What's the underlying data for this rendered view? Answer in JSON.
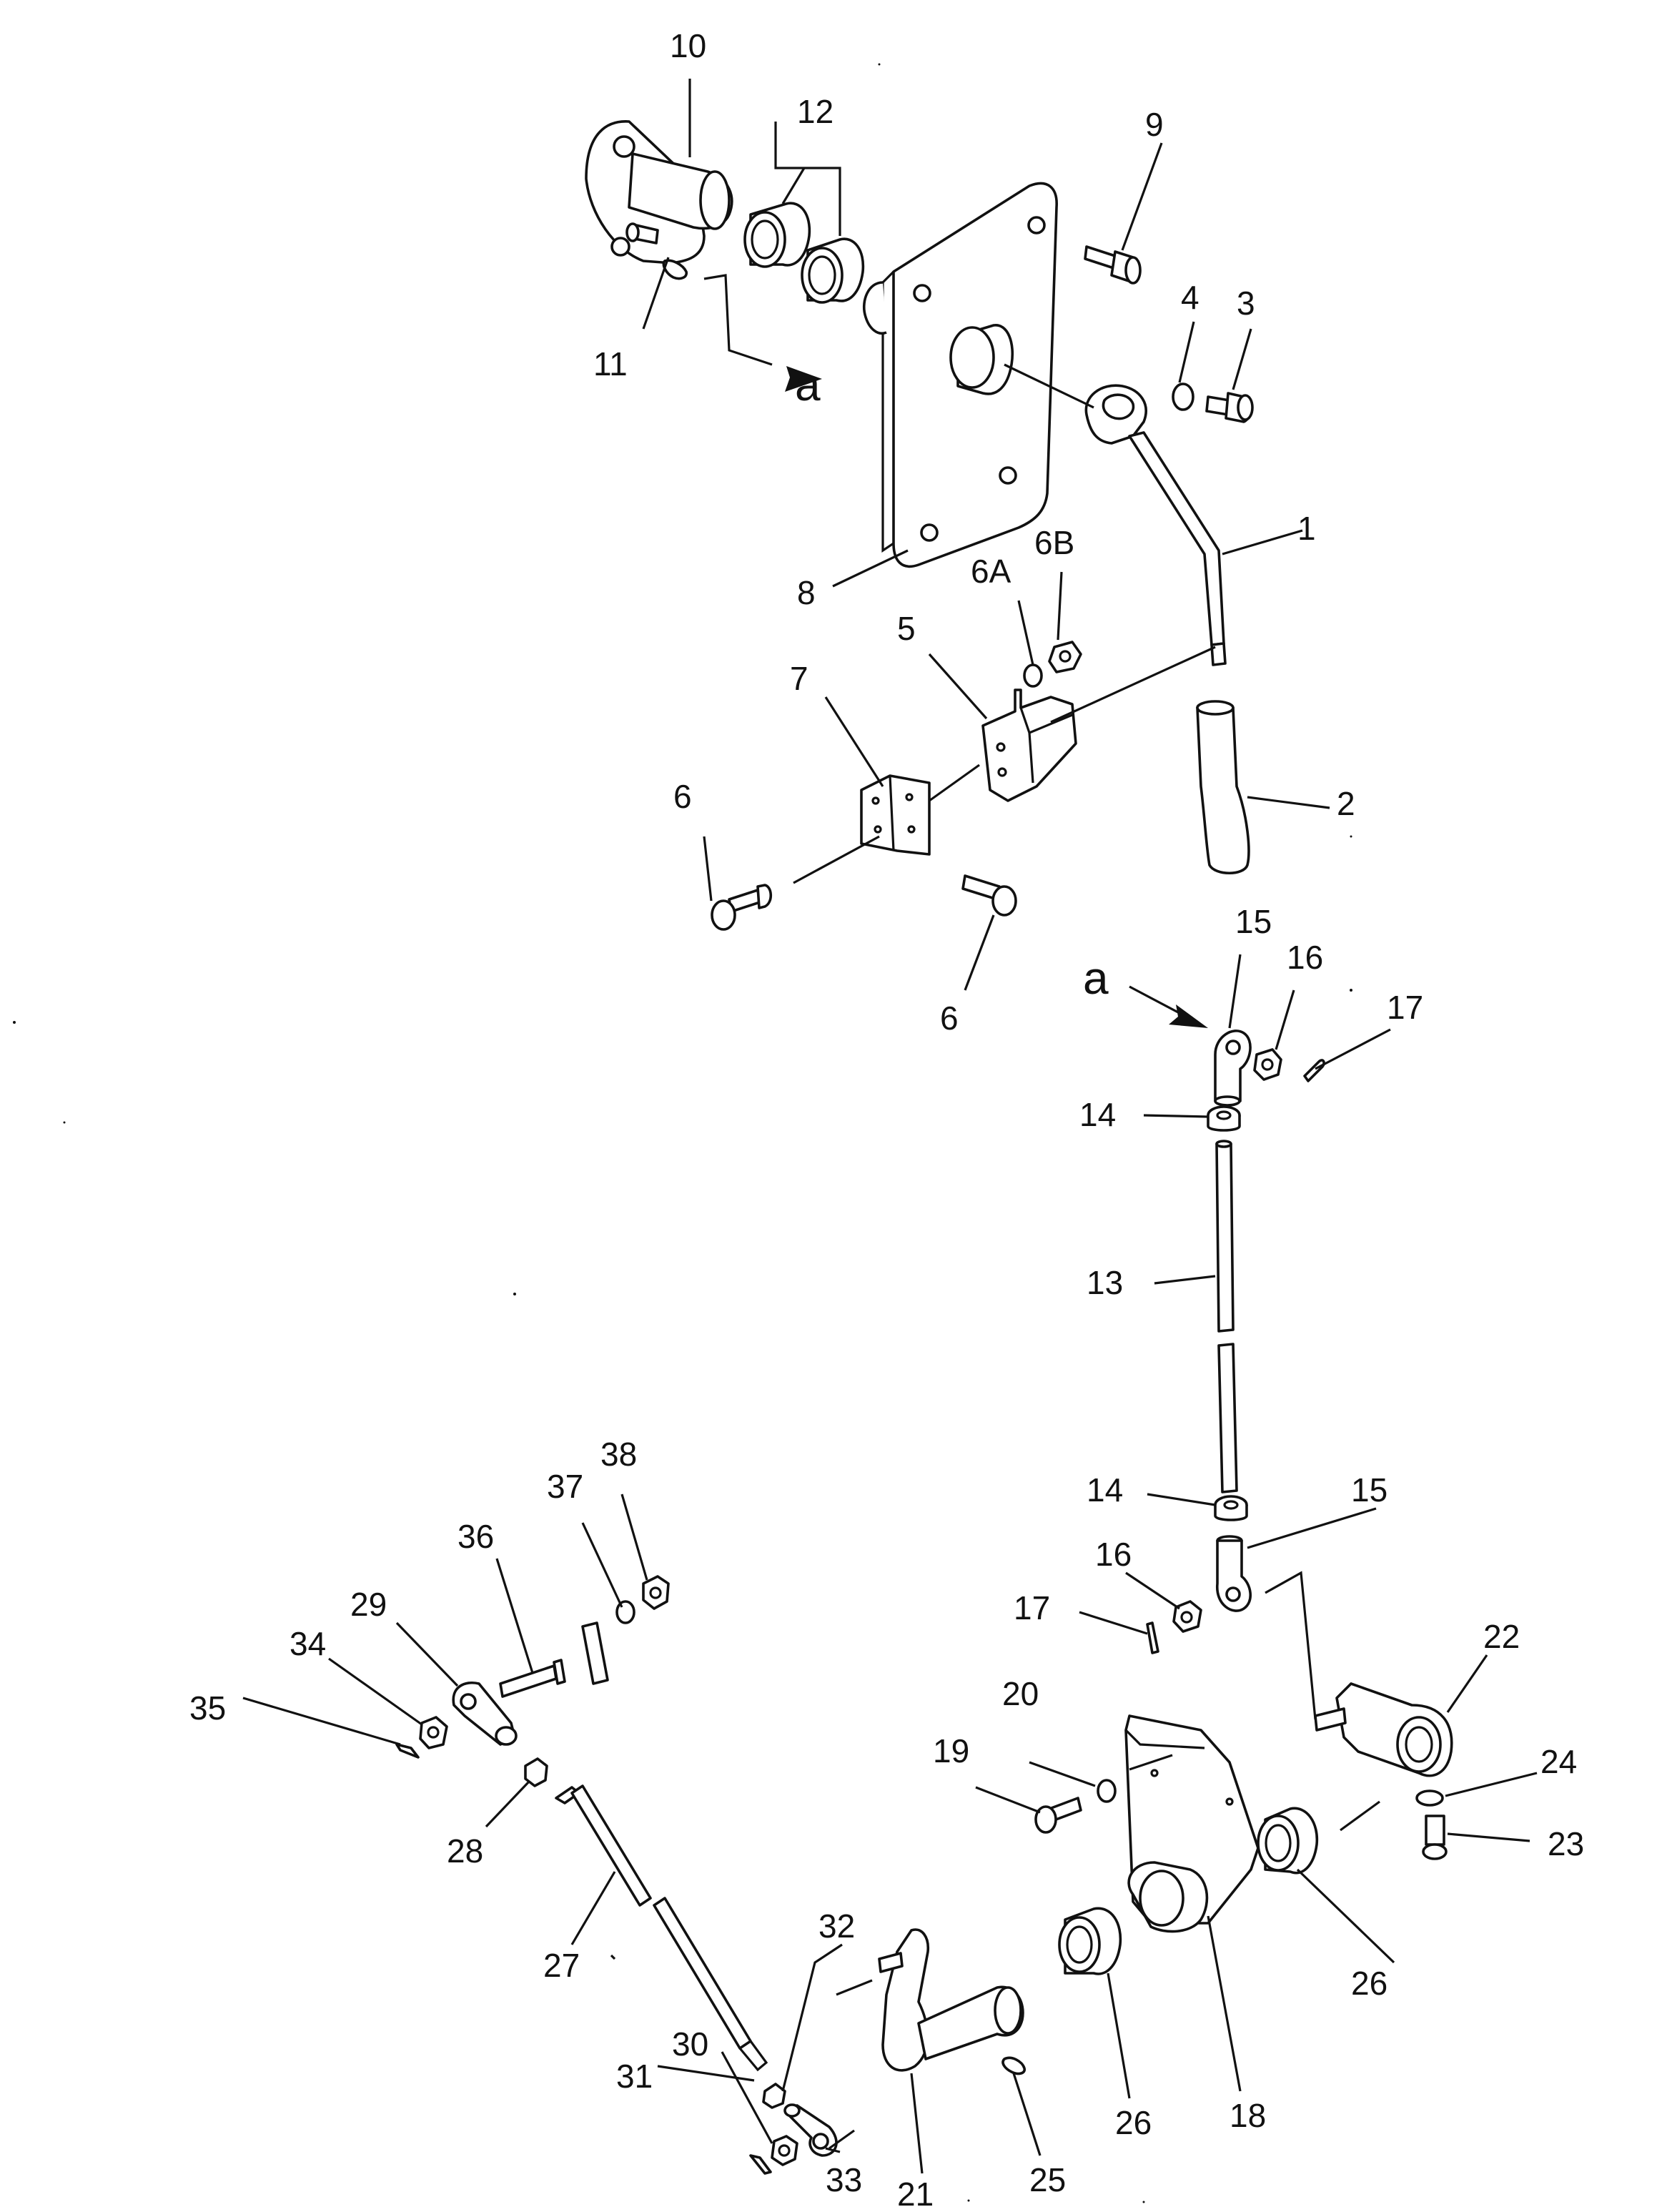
{
  "diagram": {
    "part_numbers": {
      "p1": "1",
      "p2": "2",
      "p3": "3",
      "p4": "4",
      "p5": "5",
      "p6_top": "6",
      "p6_bottom": "6",
      "p6a": "6A",
      "p6b": "6B",
      "p7": "7",
      "p8": "8",
      "p9": "9",
      "p10": "10",
      "p11": "11",
      "p12": "12",
      "p13": "13",
      "p14_top": "14",
      "p14_bottom": "14",
      "p15_top": "15",
      "p15_bottom": "15",
      "p16_top": "16",
      "p16_bottom": "16",
      "p17_top": "17",
      "p17_bottom": "17",
      "p18": "18",
      "p19": "19",
      "p20": "20",
      "p21": "21",
      "p22": "22",
      "p23": "23",
      "p24": "24",
      "p25": "25",
      "p26_right": "26",
      "p26_left": "26",
      "p27": "27",
      "p28": "28",
      "p29": "29",
      "p30": "30",
      "p31": "31",
      "p32": "32",
      "p33": "33",
      "p34": "34",
      "p35": "35",
      "p36": "36",
      "p37": "37",
      "p38": "38"
    },
    "reference_marks": {
      "a_arrow_from": "a",
      "a_arrow_to": "a"
    }
  }
}
